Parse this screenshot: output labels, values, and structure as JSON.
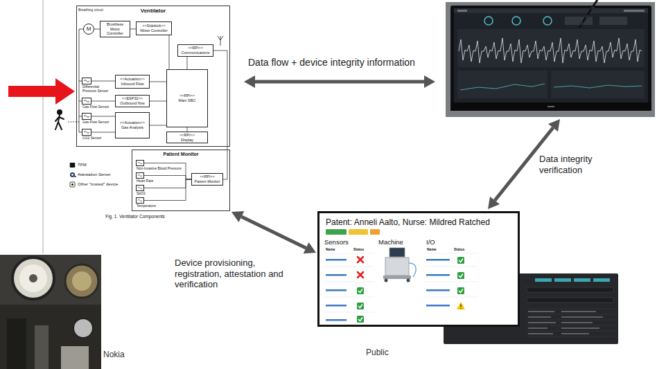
{
  "diagram": {
    "caption": "Fig. 1. Ventilator Components",
    "nodes": [
      {
        "text": [
          "Ventilator"
        ]
      },
      {
        "text": [
          "M"
        ],
        "in": 0
      },
      {
        "text": [
          "Brushless Motor Controller"
        ],
        "in": 0
      },
      {
        "text": [
          "<<Sidekick>>",
          "Motor Controller"
        ],
        "in": 0
      },
      {
        "text": [
          "Differential Pressure Sensor"
        ],
        "in": 0
      },
      {
        "text": [
          "<<Actuation>>",
          "Inbound Flow"
        ],
        "in": 0
      },
      {
        "text": [
          "Gas Flow Sensor"
        ],
        "in": 0
      },
      {
        "text": [
          "<<ESP32>>",
          "Outbound flow"
        ],
        "in": 0
      },
      {
        "text": [
          "Gas Flow Sensor"
        ],
        "in": 0
      },
      {
        "text": [
          "CO2 Sensor"
        ],
        "in": 0
      },
      {
        "text": [
          "<<Actuation>>",
          "Gas Analysis"
        ],
        "in": 0
      },
      {
        "text": [
          "<<RPi>>",
          "Communications"
        ],
        "in": 0
      },
      {
        "text": [
          "<<RPi>>",
          "Main SBC"
        ],
        "in": 0
      },
      {
        "text": [
          "<<RPi>>",
          "Display"
        ],
        "in": 0
      },
      {
        "text": [
          "Patient Monitor"
        ]
      },
      {
        "text": [
          "Non-Invasive Blood Pressure"
        ],
        "in": 14
      },
      {
        "text": [
          "Heart Rate"
        ],
        "in": 14
      },
      {
        "text": [
          "SpO2"
        ],
        "in": 14
      },
      {
        "text": [
          "Temperature"
        ],
        "in": 14
      },
      {
        "text": [
          "<<RPi>>",
          "Patient Monitor"
        ],
        "in": 14
      },
      {
        "text": [
          "Patent: Anneli Aalto, Nurse: Mildred Ratched",
          "Public"
        ]
      }
    ],
    "edges": [
      {
        "from": 1,
        "to": 2,
        "arrow": "none"
      },
      {
        "from": 2,
        "to": 3,
        "arrow": "none"
      },
      {
        "from": 3,
        "to": 12,
        "arrow": "none"
      },
      {
        "from": 4,
        "to": 5,
        "arrow": "none"
      },
      {
        "from": 6,
        "to": 7,
        "arrow": "none"
      },
      {
        "from": 8,
        "to": 10,
        "arrow": "none"
      },
      {
        "from": 9,
        "to": 10,
        "arrow": "none"
      },
      {
        "from": 5,
        "to": 12,
        "arrow": "none"
      },
      {
        "from": 7,
        "to": 12,
        "arrow": "none"
      },
      {
        "from": 10,
        "to": 12,
        "arrow": "none"
      },
      {
        "from": 12,
        "to": 11,
        "arrow": "none"
      },
      {
        "from": 12,
        "to": 13,
        "arrow": "none"
      },
      {
        "from": 19,
        "to": 11,
        "arrow": "none"
      },
      {
        "from": 15,
        "to": 19,
        "arrow": "none"
      },
      {
        "from": 16,
        "to": 19,
        "arrow": "none"
      },
      {
        "from": 17,
        "to": 19,
        "arrow": "none"
      },
      {
        "from": 18,
        "to": 19,
        "arrow": "none"
      },
      {
        "from": 14,
        "to": 20,
        "label": "Device provisioning, registration, attestation and verification",
        "arrow": "both"
      }
    ],
    "labels": [
      "Breathing circuit",
      "Data flow + device integrity information",
      "Data integrity verification",
      "Sensors",
      "Machine",
      "I/O",
      "Name",
      "Status",
      "Name",
      "Status",
      "Nokia"
    ],
    "legend": [
      {
        "text": "TPM"
      },
      {
        "text": "Attestation Server"
      },
      {
        "text": "Other \"trusted\" device"
      }
    ]
  }
}
